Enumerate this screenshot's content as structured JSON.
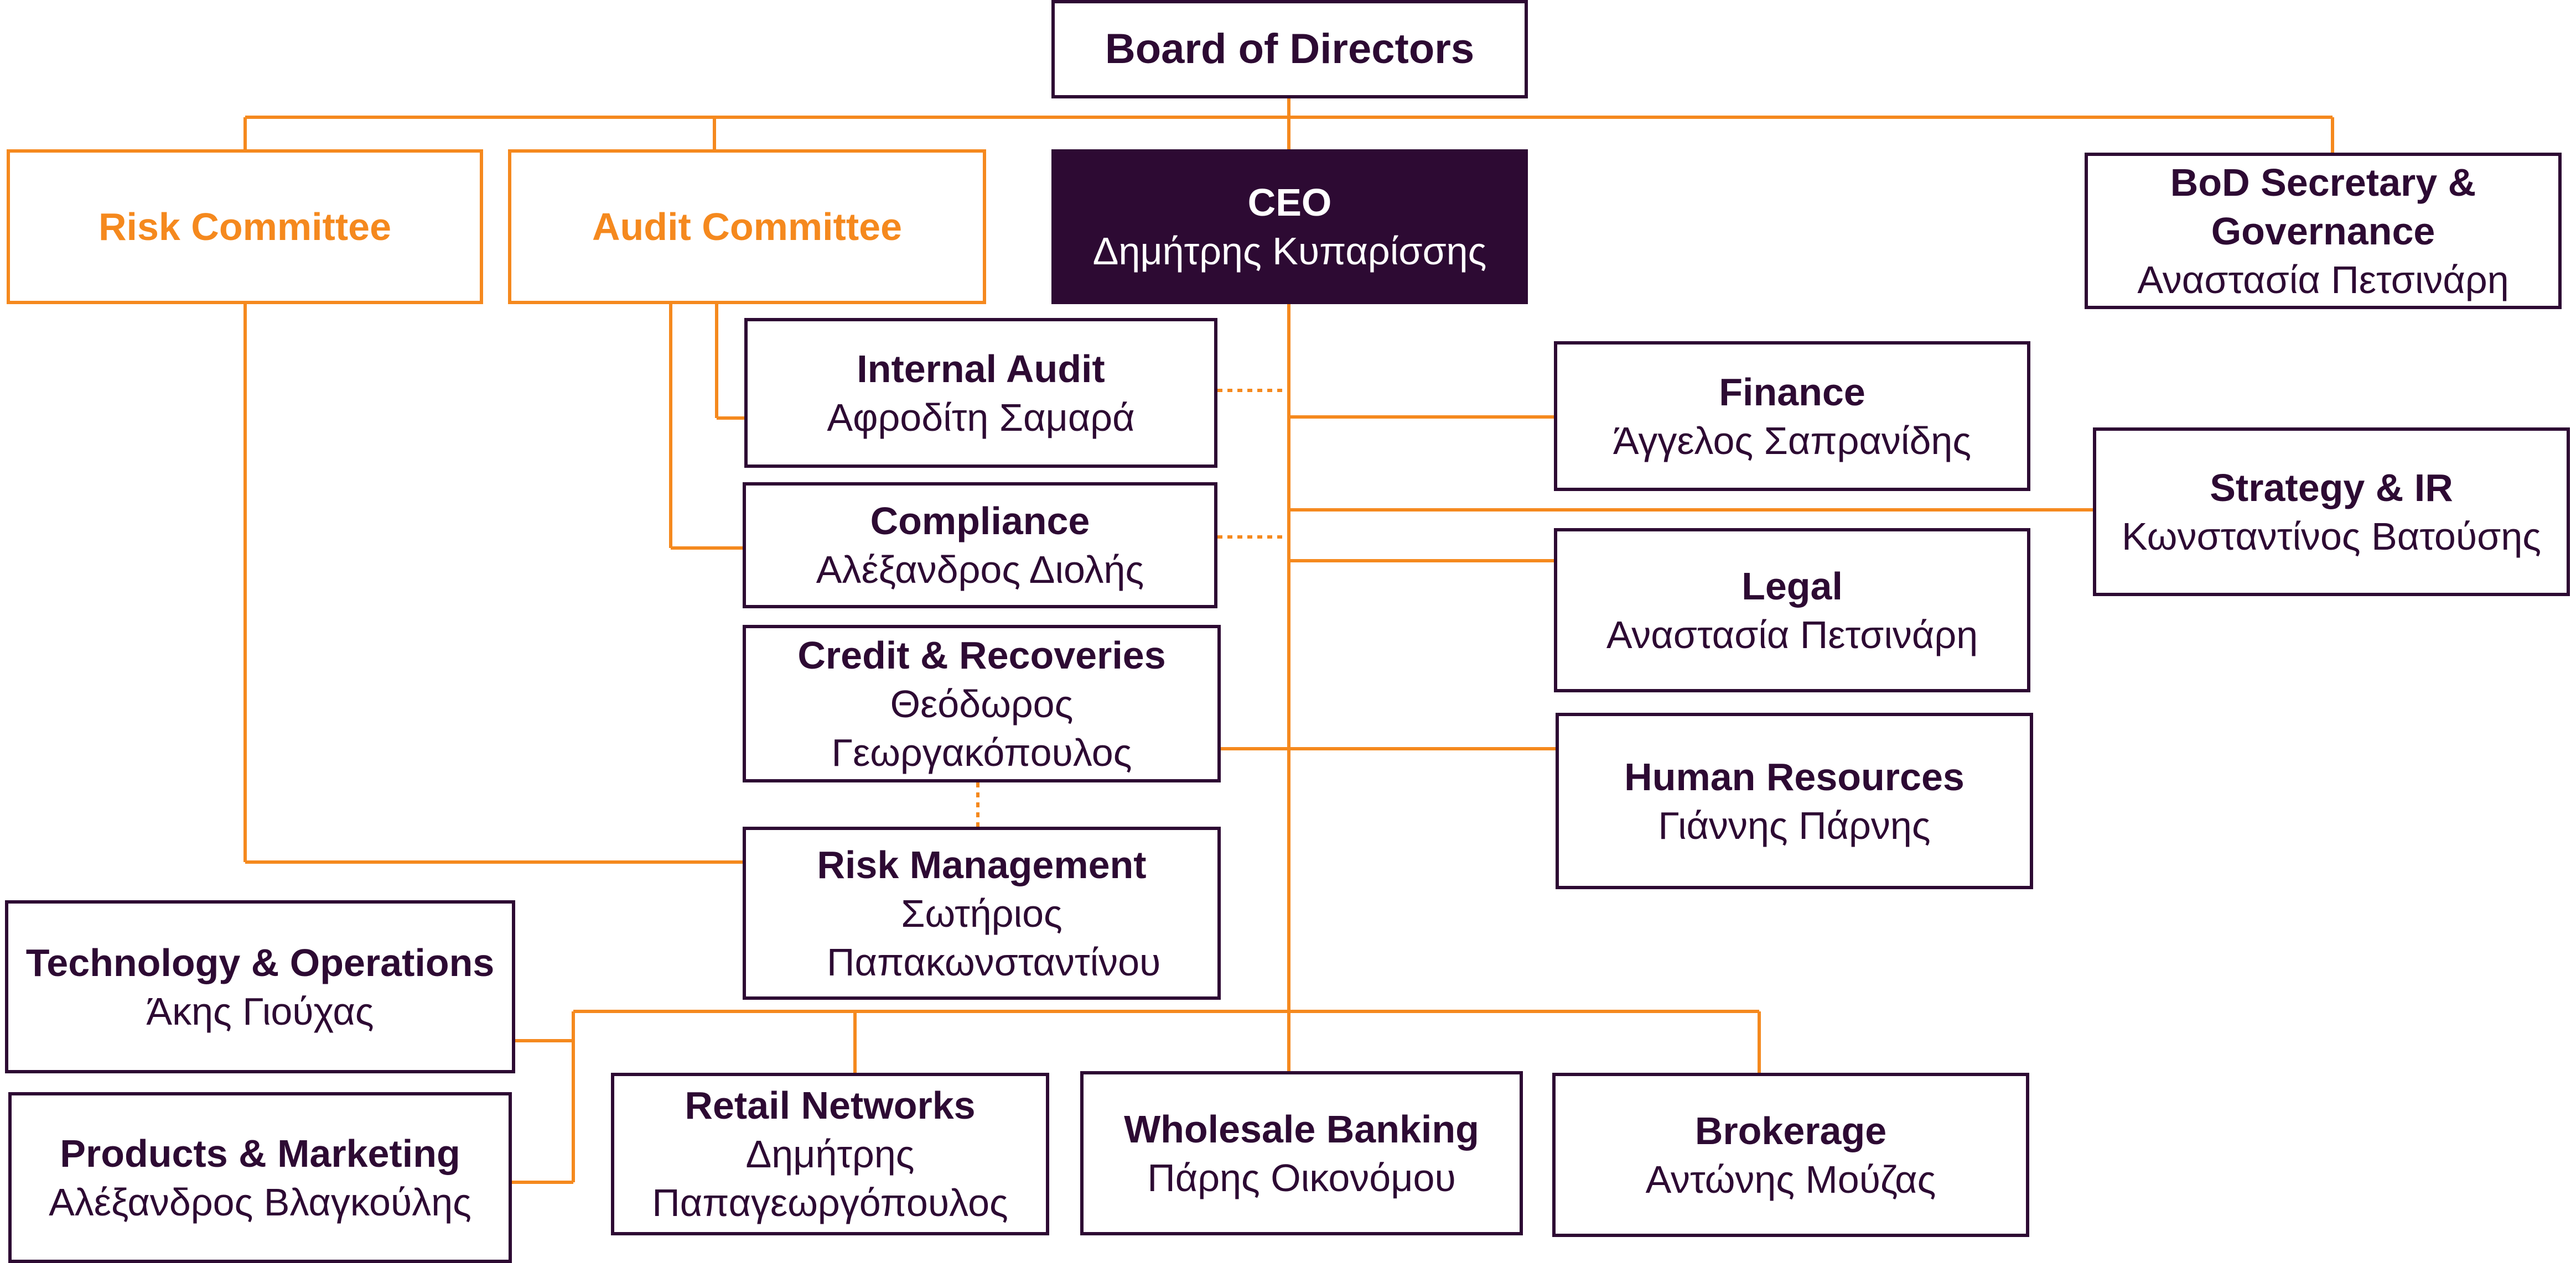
{
  "colors": {
    "primary": "#2d0a33",
    "accent": "#f5891e",
    "background": "#ffffff"
  },
  "board": {
    "title": "Board of Directors"
  },
  "committees": {
    "risk": {
      "title": "Risk Committee"
    },
    "audit": {
      "title": "Audit Committee"
    }
  },
  "ceo": {
    "title": "CEO",
    "name": "Δημήτρης Κυπαρίσσης"
  },
  "units": {
    "bod_secretary": {
      "title": "BoD Secretary & Governance",
      "name": "Αναστασία Πετσινάρη"
    },
    "internal_audit": {
      "title": "Internal Audit",
      "name": "Αφροδίτη Σαμαρά"
    },
    "compliance": {
      "title": "Compliance",
      "name": "Αλέξανδρος Διολής"
    },
    "credit": {
      "title": "Credit & Recoveries",
      "name": "Θεόδωρος Γεωργακόπουλος"
    },
    "risk_mgmt": {
      "title": "Risk Management",
      "name": "Σωτήριος Παπακωνσταντίνου"
    },
    "finance": {
      "title": "Finance",
      "name": "Άγγελος Σαπρανίδης"
    },
    "strategy": {
      "title": "Strategy & IR",
      "name": "Κωνσταντίνος Βατούσης"
    },
    "legal": {
      "title": "Legal",
      "name": "Αναστασία Πετσινάρη"
    },
    "hr": {
      "title": "Human Resources",
      "name": "Γιάννης Πάρνης"
    },
    "technology": {
      "title": "Technology & Operations",
      "name": "Άκης Γιούχας"
    },
    "products": {
      "title": "Products & Marketing",
      "name": "Αλέξανδρος Βλαγκούλης"
    },
    "retail": {
      "title": "Retail Networks",
      "name": "Δημήτρης Παπαγεωργόπουλος"
    },
    "wholesale": {
      "title": "Wholesale Banking",
      "name": "Πάρης Οικονόμου"
    },
    "brokerage": {
      "title": "Brokerage",
      "name": "Αντώνης Μούζας"
    }
  }
}
